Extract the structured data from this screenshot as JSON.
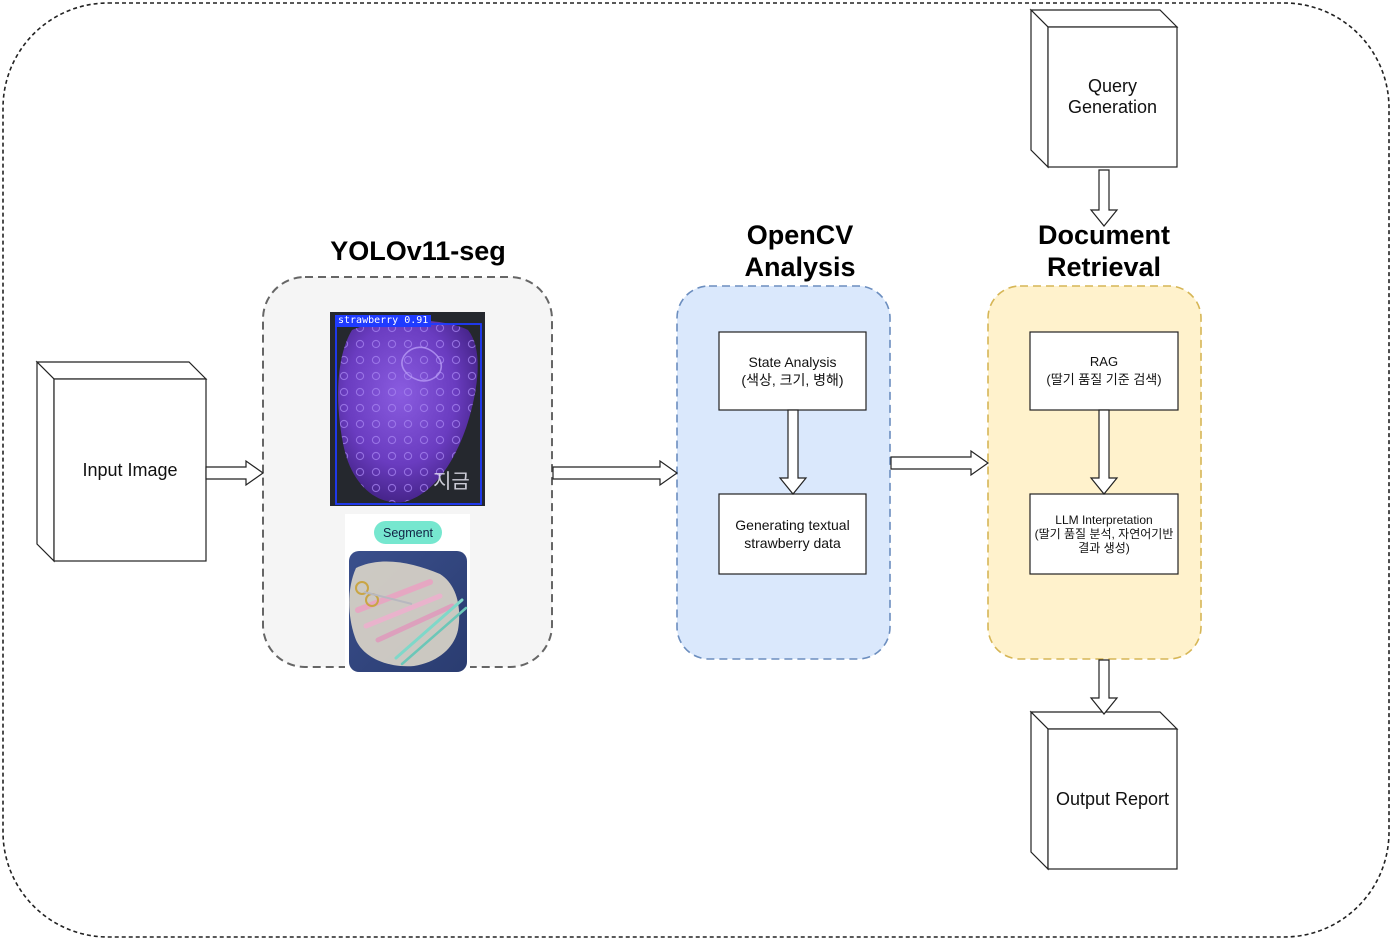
{
  "titles": {
    "yolo": "YOLOv11-seg",
    "opencv": "OpenCV\nAnalysis",
    "docret": "Document\nRetrieval"
  },
  "nodes": {
    "input_image": "Input Image",
    "query_generation": "Query\nGeneration",
    "output_report": "Output Report",
    "state_analysis": "State Analysis\n(색상, 크기, 병해)",
    "generating_textual": "Generating textual\nstrawberry data",
    "rag": "RAG\n(딸기 품질 기준 검색)",
    "llm": "LLM Interpretation\n(딸기 품질 분석, 자연어기반\n결과 생성)"
  },
  "yolo_panel": {
    "detection_label": "strawberry  0.91",
    "watermark": "지금",
    "segment_badge": "Segment"
  },
  "colors": {
    "opencv_fill": "#dae8fc",
    "opencv_stroke": "#6c8ebf",
    "docret_fill": "#fff2cc",
    "docret_stroke": "#d6b656",
    "yolo_fill": "#f5f5f5",
    "yolo_stroke": "#666666",
    "segment_badge": "#76e7cf",
    "detection_box": "#1f3bff"
  }
}
